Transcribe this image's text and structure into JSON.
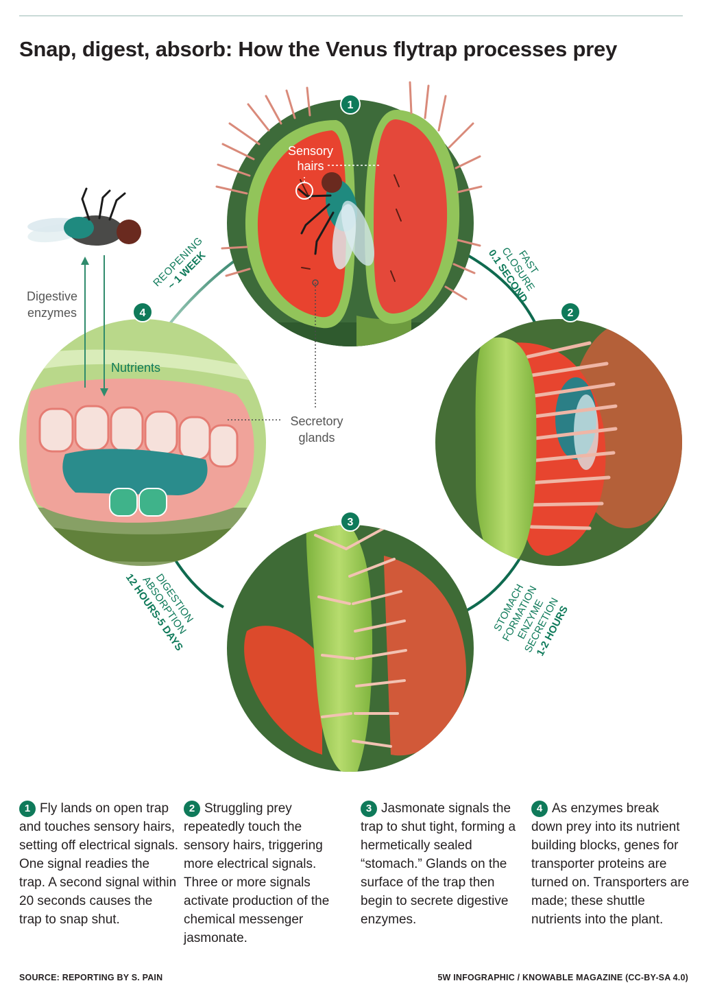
{
  "title": "Snap, digest, absorb: How the Venus flytrap processes prey",
  "step_badges": [
    "1",
    "2",
    "3",
    "4"
  ],
  "labels": {
    "sensory_hairs": [
      "Sensory",
      "hairs"
    ],
    "secretory_glands": [
      "Secretory",
      "glands"
    ],
    "digestive_enzymes": [
      "Digestive",
      "enzymes"
    ],
    "nutrients": "Nutrients"
  },
  "transitions": {
    "reopening": {
      "line1": "REOPENING",
      "line2": "~ 1 WEEK"
    },
    "fast_closure": {
      "line1": "FAST",
      "line2": "CLOSURE",
      "line3": "0.1 SECOND"
    },
    "stomach": {
      "line1": "STOMACH",
      "line2": "FORMATION",
      "line3": "ENZYME",
      "line4": "SECRETION",
      "line5": "1-2 HOURS"
    },
    "digestion": {
      "line1": "DIGESTION",
      "line2": "ABSORPTION",
      "line3": "12 HOURS-5 DAYS"
    }
  },
  "steps": [
    {
      "num": "1",
      "text": "Fly lands on open trap and touches sensory hairs, setting off electrical signals. One signal readies the trap. A second signal within 20 seconds causes the trap to snap shut."
    },
    {
      "num": "2",
      "text": "Struggling prey repeatedly touch the sensory hairs, triggering more electrical signals. Three or more signals activate production of the chemical messenger jasmonate."
    },
    {
      "num": "3",
      "text": "Jasmonate signals the trap to shut tight, forming a hermetically sealed “stomach.” Glands on the surface of the trap then begin to secrete digestive enzymes."
    },
    {
      "num": "4",
      "text": "As enzymes break down prey into its nutrient building blocks, genes for transporter proteins are turned on. Transporters are made; these shuttle nutrients into the plant."
    }
  ],
  "footer": {
    "source": "SOURCE: REPORTING BY S. PAIN",
    "credit": "5W INFOGRAPHIC / KNOWABLE MAGAZINE (CC-BY-SA 4.0)"
  },
  "colors": {
    "accent": "#0f7a5a",
    "dark_green": "#3d6e3a",
    "trap_red": "#e2463a",
    "trap_green": "#9ccb52",
    "tissue_pink": "#f4a09a",
    "nutrient_teal": "#2a8c8c"
  }
}
